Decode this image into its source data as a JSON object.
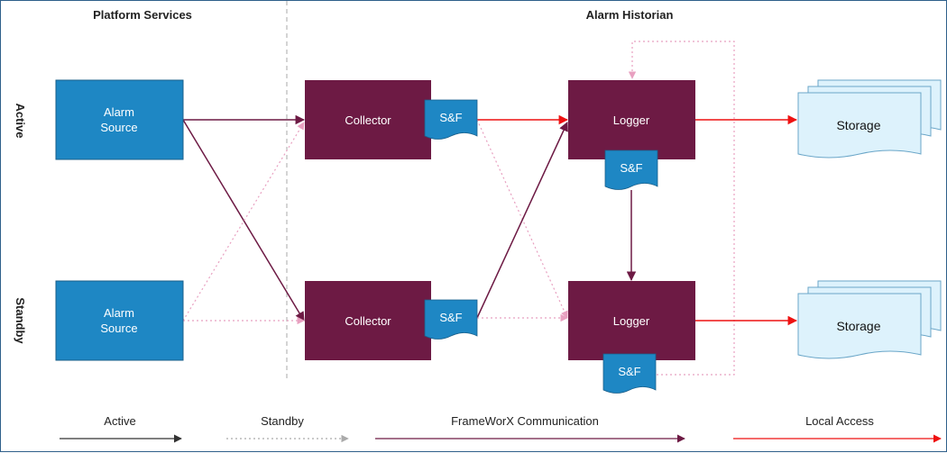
{
  "sections": {
    "left": "Platform Services",
    "right": "Alarm Historian"
  },
  "rows": {
    "active": "Active",
    "standby": "Standby"
  },
  "nodes": {
    "source_active": [
      "Alarm",
      "Source"
    ],
    "source_standby": [
      "Alarm",
      "Source"
    ],
    "collector_active": "Collector",
    "collector_standby": "Collector",
    "sf": "S&F",
    "logger_active": "Logger",
    "logger_standby": "Logger",
    "storage_active": "Storage",
    "storage_standby": "Storage"
  },
  "legend": {
    "active": "Active",
    "standby": "Standby",
    "framework": "FrameWorX Communication",
    "local": "Local Access"
  },
  "colors": {
    "source": "#1e87c4",
    "source_border": "#1a5f8a",
    "module": "#6d1a44",
    "sf": "#1e87c4",
    "storage": "#ddf2fc",
    "storage_border": "#6aa6c8",
    "active_line": "#333333",
    "standby_line": "#e8a0c0",
    "framework_line": "#6d1a44",
    "local_line": "#ee1111"
  }
}
